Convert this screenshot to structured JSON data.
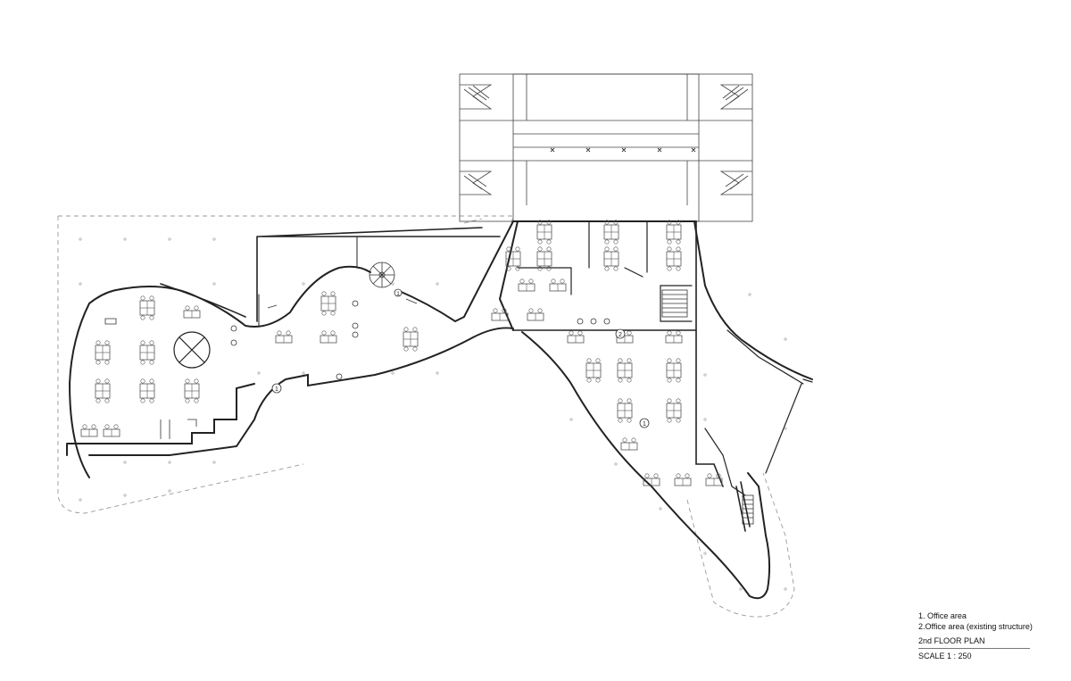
{
  "legend": {
    "item1": "1. Office area",
    "item2": "2.Office area (existing structure)"
  },
  "plan_title": "2nd FLOOR PLAN",
  "scale_label": "SCALE 1 : 250",
  "markers": [
    "1",
    "2",
    "1",
    "1"
  ],
  "colors": {
    "line": "#222222",
    "dashed": "#999999",
    "furniture": "#555555"
  }
}
